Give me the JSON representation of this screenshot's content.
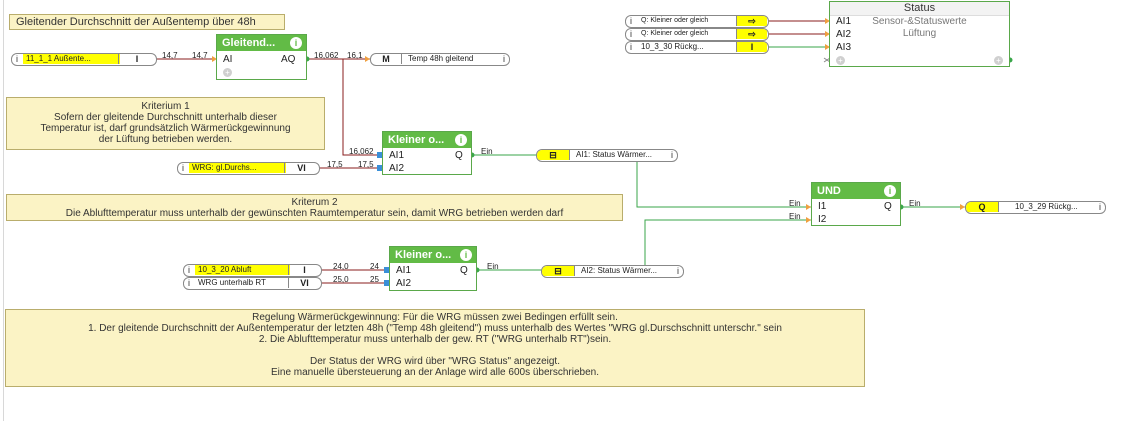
{
  "notes": {
    "title": "Gleitender Durchschnitt der Außentemp über 48h",
    "kriterium1": [
      "Kriterium 1",
      "Sofern der gleitende Durchschnitt unterhalb dieser",
      "Temperatur ist, darf grundsätzlich Wärmerückgewinnung",
      "der Lüftung betrieben werden."
    ],
    "kriterium2": [
      "Kriterum 2",
      "Die Ablufttemperatur muss unterhalb der gewünschten Raumtemperatur sein, damit WRG betrieben werden darf"
    ],
    "regelung": [
      "Regelung Wärmerückgewinnung: Für die WRG müssen zwei Bedingen erfüllt sein.",
      "1. Der gleitende Durchschnitt der Außentemperatur der letzten 48h (\"Temp 48h gleitend\") muss unterhalb des Wertes \"WRG gl.Durschschnitt unterschr.\" sein",
      "2. Die Ablufttemperatur muss unterhalb der gew. RT (\"WRG unterhalb RT\")sein.",
      "",
      "Der Status der WRG wird über \"WRG Status\" angezeigt.",
      "Eine manuelle übersteuerung an der Anlage wird alle 600s überschrieben."
    ]
  },
  "blocks": {
    "gleitend": {
      "title": "Gleitend...",
      "in": "AI",
      "out": "AQ",
      "info": "i",
      "plus": "+"
    },
    "kleiner1": {
      "title": "Kleiner o...",
      "in1": "AI1",
      "in2": "AI2",
      "out": "Q",
      "info": "i"
    },
    "kleiner2": {
      "title": "Kleiner o...",
      "in1": "AI1",
      "in2": "AI2",
      "out": "Q",
      "info": "i"
    },
    "und": {
      "title": "UND",
      "in1": "I1",
      "in2": "I2",
      "out": "Q",
      "info": "i"
    },
    "status": {
      "title": "Status",
      "sub1": "Sensor-&Statuswerte",
      "sub2": "Lüftung",
      "in1": "AI1",
      "in2": "AI2",
      "in3": "AI3",
      "plus": "+"
    }
  },
  "connectors": {
    "aussentemp": {
      "label": "11_1_1  Außente...",
      "tag": "I",
      "icon": "i"
    },
    "temp48": {
      "tag": "M",
      "label": "Temp 48h gleitend",
      "icon": "i"
    },
    "wrg_durch": {
      "label": "WRG: gl.Durchs...",
      "tag": "VI",
      "icon": "i"
    },
    "abluft": {
      "label": "10_3_20  Abluft",
      "tag": "I",
      "icon": "i"
    },
    "wrg_rt": {
      "label": "WRG unterhalb RT",
      "tag": "VI",
      "icon": "i"
    },
    "status_w1": {
      "label": "AI1:  Status  Wärmer...",
      "icon": "i"
    },
    "status_w2": {
      "label": "AI2:  Status  Wärmer...",
      "icon": "i"
    },
    "rueck_out": {
      "tag": "Q",
      "label": "10_3_29   Rückg...",
      "icon": "i"
    },
    "st_in1": {
      "label": "Q: Kleiner oder gleich",
      "icon": "i"
    },
    "st_in2": {
      "label": "Q: Kleiner oder gleich",
      "icon": "i"
    },
    "st_in3": {
      "label": "10_3_30    Rückg...",
      "tag": "I",
      "icon": "i"
    }
  },
  "values": {
    "v1": "14,7",
    "v2": "14,7",
    "v3": "16,062",
    "v4": "16,1",
    "v5": "16,062",
    "v6": "17,5",
    "v7": "17,5",
    "v8": "24,0",
    "v9": "24",
    "v10": "25,0",
    "v11": "25",
    "ein1": "Ein",
    "ein2": "Ein",
    "ein3": "Ein",
    "ein4": "Ein",
    "ein5": "Ein"
  },
  "colors": {
    "block_green": "#62bb46",
    "note_yellow": "#fbf3c5",
    "wire_green": "#3aa64a",
    "wire_red": "#8a1c1c",
    "tag_yellow": "#ffff00"
  }
}
